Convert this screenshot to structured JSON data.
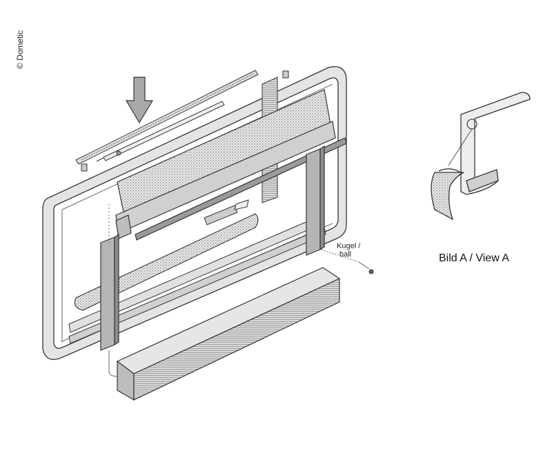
{
  "copyright": "© Dometic",
  "labels": {
    "kugel": "Kugel /",
    "ball": "ball",
    "view_caption": "Bild A  / View A"
  },
  "colors": {
    "stroke": "#333333",
    "fill_grey": "#bdbdbd",
    "fill_light": "#e6e6e6",
    "arrow_fill": "#a8a8a8"
  },
  "icons": [
    "down-arrow-icon"
  ]
}
